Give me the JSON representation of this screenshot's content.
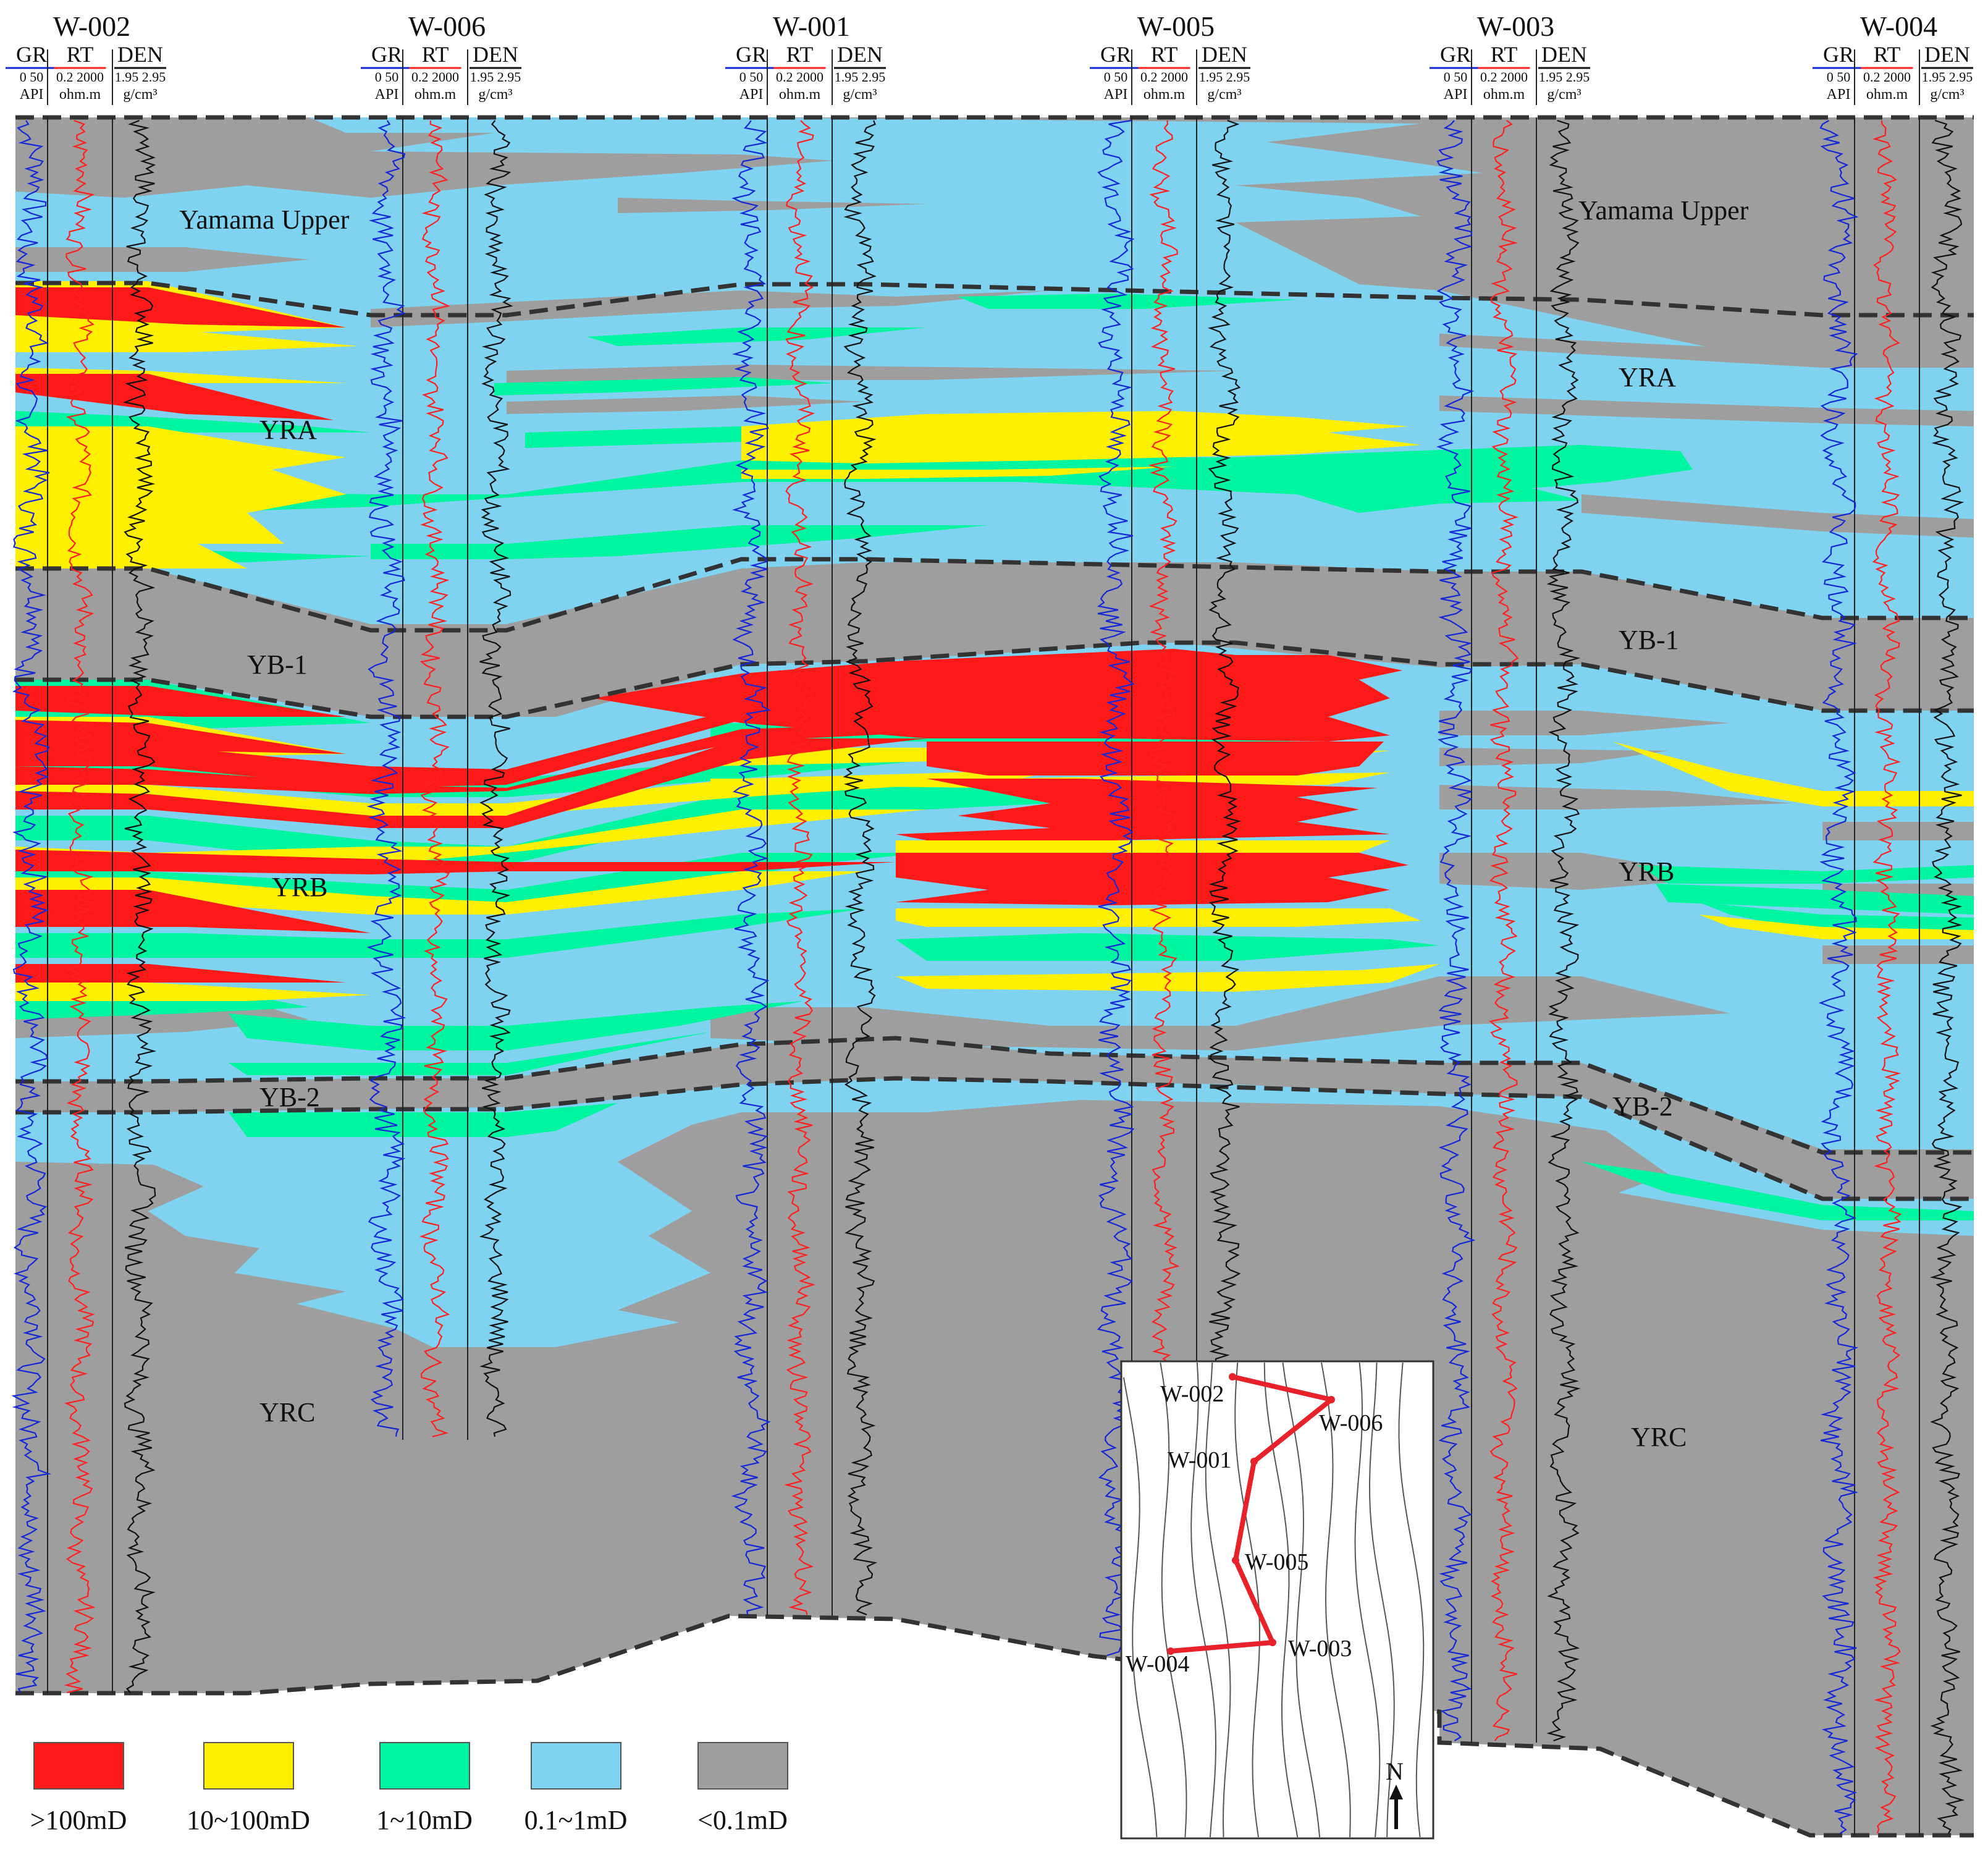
{
  "wells": [
    {
      "name": "W-002",
      "gr": "GR",
      "gr_range": "0  50",
      "gr_unit": "API",
      "rt": "RT",
      "rt_range": "0.2  2000",
      "rt_unit": "ohm.m",
      "den": "DEN",
      "den_range": "1.95 2.95",
      "den_unit": "g/cm³"
    },
    {
      "name": "W-006",
      "gr": "GR",
      "gr_range": "0  50",
      "gr_unit": "API",
      "rt": "RT",
      "rt_range": "0.2  2000",
      "rt_unit": "ohm.m",
      "den": "DEN",
      "den_range": "1.95 2.95",
      "den_unit": "g/cm³"
    },
    {
      "name": "W-001",
      "gr": "GR",
      "gr_range": "0  50",
      "gr_unit": "API",
      "rt": "RT",
      "rt_range": "0.2  2000",
      "rt_unit": "ohm.m",
      "den": "DEN",
      "den_range": "1.95 2.95",
      "den_unit": "g/cm³"
    },
    {
      "name": "W-005",
      "gr": "GR",
      "gr_range": "0  50",
      "gr_unit": "API",
      "rt": "RT",
      "rt_range": "0.2  2000",
      "rt_unit": "ohm.m",
      "den": "DEN",
      "den_range": "1.95 2.95",
      "den_unit": "g/cm³"
    },
    {
      "name": "W-003",
      "gr": "GR",
      "gr_range": "0  50",
      "gr_unit": "API",
      "rt": "RT",
      "rt_range": "0.2  2000",
      "rt_unit": "ohm.m",
      "den": "DEN",
      "den_range": "1.95 2.95",
      "den_unit": "g/cm³"
    },
    {
      "name": "W-004",
      "gr": "GR",
      "gr_range": "0  50",
      "gr_unit": "API",
      "rt": "RT",
      "rt_range": "0.2  2000",
      "rt_unit": "ohm.m",
      "den": "DEN",
      "den_range": "1.95 2.95",
      "den_unit": "g/cm³"
    }
  ],
  "zones": {
    "yamama_upper": "Yamama Upper",
    "yra": "YRA",
    "yb1": "YB-1",
    "yrb": "YRB",
    "yb2": "YB-2",
    "yrc": "YRC"
  },
  "legend": [
    {
      "label": ">100mD",
      "color": "#ff1a1a"
    },
    {
      "label": "10~100mD",
      "color": "#ffef00"
    },
    {
      "label": "1~10mD",
      "color": "#00f5a0"
    },
    {
      "label": "0.1~1mD",
      "color": "#7fd3f0"
    },
    {
      "label": "<0.1mD",
      "color": "#9e9e9e"
    }
  ],
  "inset_map": {
    "wells": [
      "W-002",
      "W-006",
      "W-001",
      "W-005",
      "W-003",
      "W-004"
    ],
    "north": "N"
  },
  "colors": {
    "red": "#ff1a1a",
    "yellow": "#ffef00",
    "green": "#00f5a0",
    "blue": "#7fd3f0",
    "gray": "#9e9e9e",
    "dash": "#333333",
    "route": "#e8212b"
  }
}
